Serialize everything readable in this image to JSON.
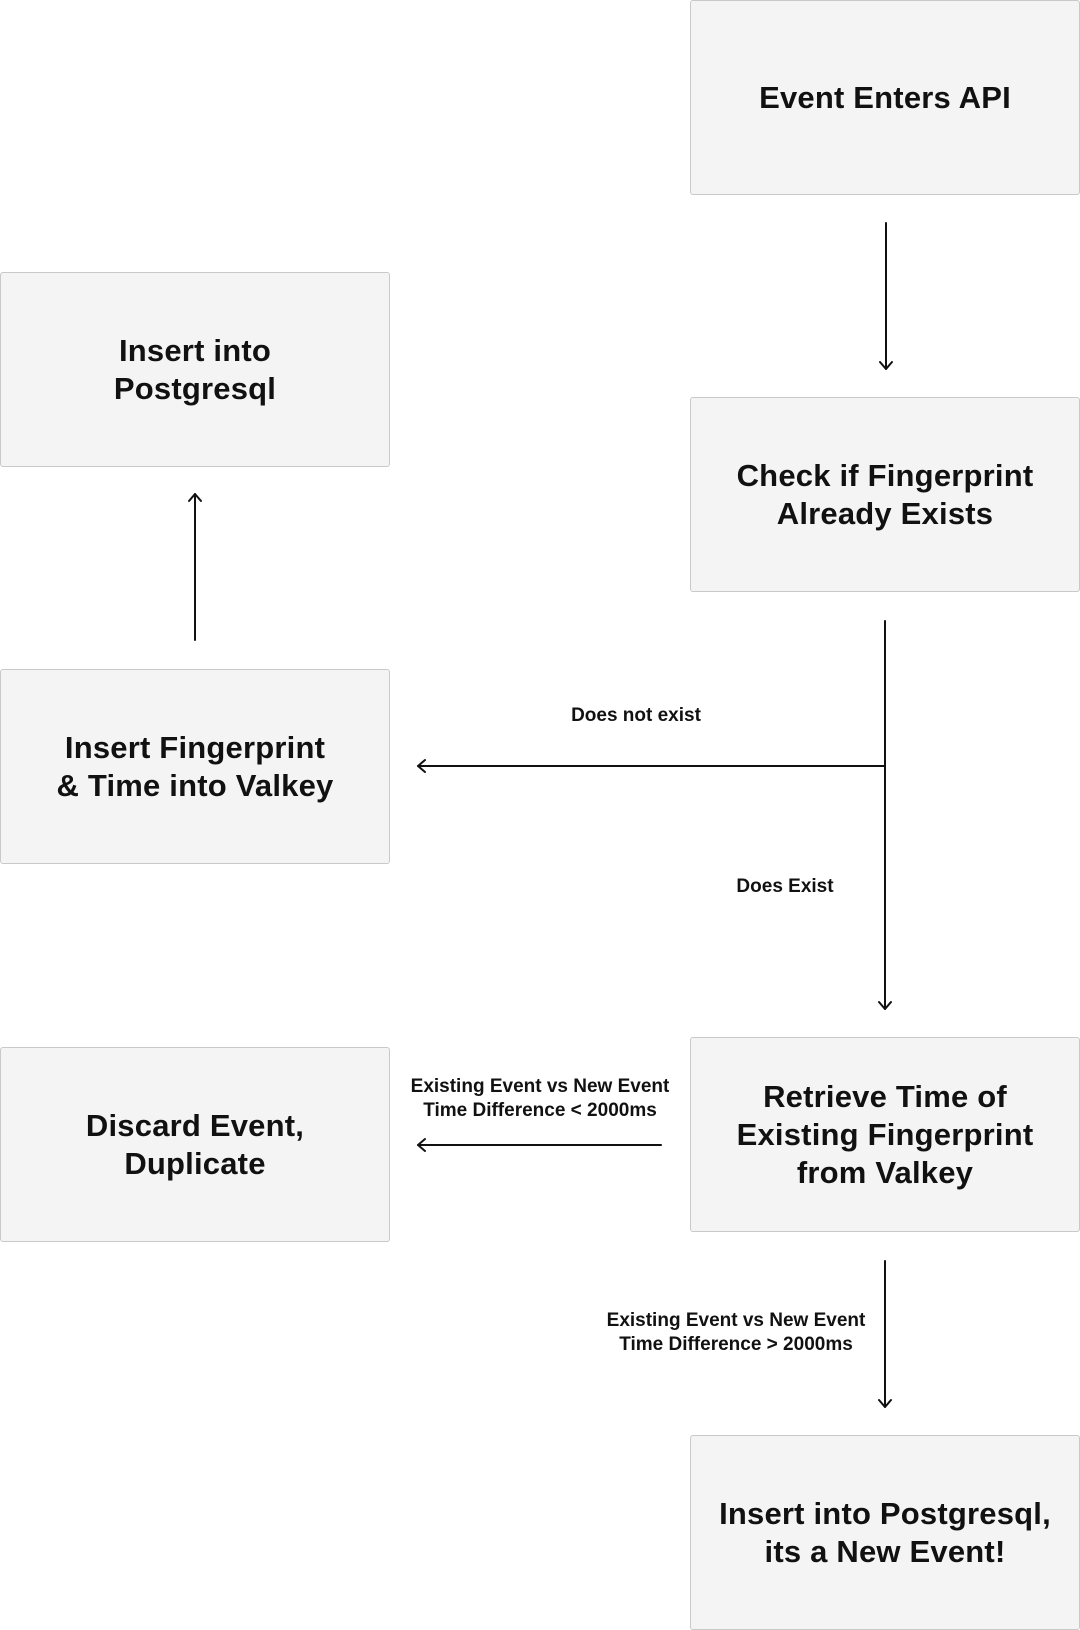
{
  "nodes": {
    "event_enters_api": "Event Enters API",
    "insert_postgresql": "Insert into\nPostgresql",
    "check_fingerprint": "Check if Fingerprint\nAlready Exists",
    "insert_valkey": "Insert Fingerprint\n& Time into Valkey",
    "discard_event": "Discard Event,\nDuplicate",
    "retrieve_time": "Retrieve Time of\nExisting Fingerprint\nfrom Valkey",
    "insert_new_event": "Insert into Postgresql,\nits a New Event!"
  },
  "edges": {
    "does_not_exist": "Does not exist",
    "does_exist": "Does Exist",
    "diff_less": "Existing Event vs New Event\nTime Difference < 2000ms",
    "diff_greater": "Existing Event vs New Event\nTime Difference > 2000ms"
  }
}
